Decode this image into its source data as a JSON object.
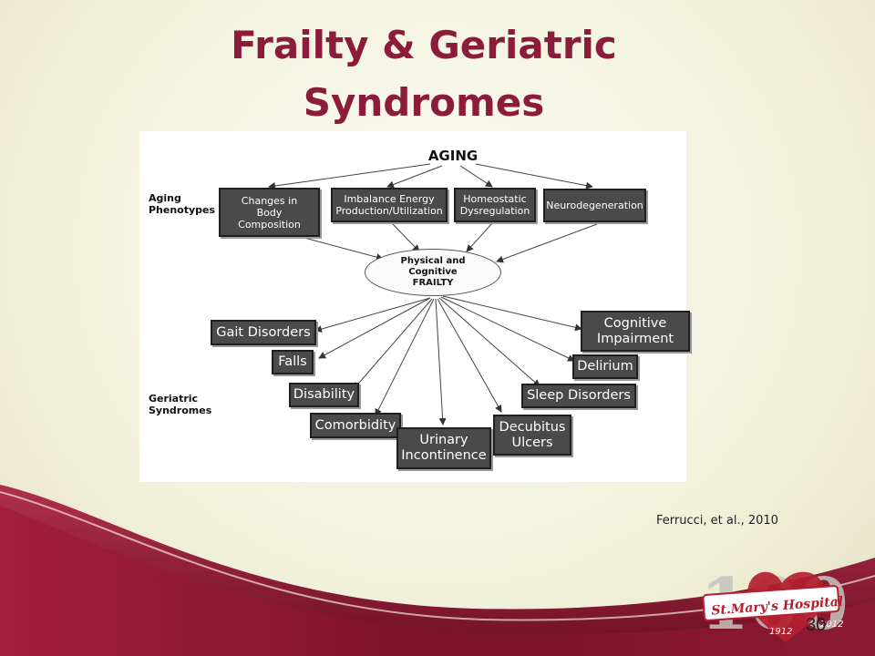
{
  "title_line1": "Frailty & Geriatric",
  "title_line2": "Syndromes",
  "diagram": {
    "top": "AGING",
    "phenotypes_label": "Aging\nPhenotypes",
    "phenotypes": [
      "Changes in\nBody\nComposition",
      "Imbalance Energy\nProduction/Utilization",
      "Homeostatic\nDysregulation",
      "Neurodegeneration"
    ],
    "center": "Physical and\nCognitive\nFRAILTY",
    "syndromes_label": "Geriatric\nSyndromes",
    "syndromes": [
      "Gait Disorders",
      "Falls",
      "Disability",
      "Comorbidity",
      "Urinary\nIncontinence",
      "Decubitus\nUlcers",
      "Sleep Disorders",
      "Delirium",
      "Cognitive\nImpairment"
    ]
  },
  "citation": "Ferrucci, et al., 2010",
  "page_number": "30",
  "logo": {
    "name": "St.Mary's Hospital",
    "year_start": "1912",
    "year_end": "2012",
    "numeral": "100"
  },
  "colors": {
    "title": "#8b1d3a",
    "wave": "#8c1a33",
    "box": "#4a4a4a"
  }
}
